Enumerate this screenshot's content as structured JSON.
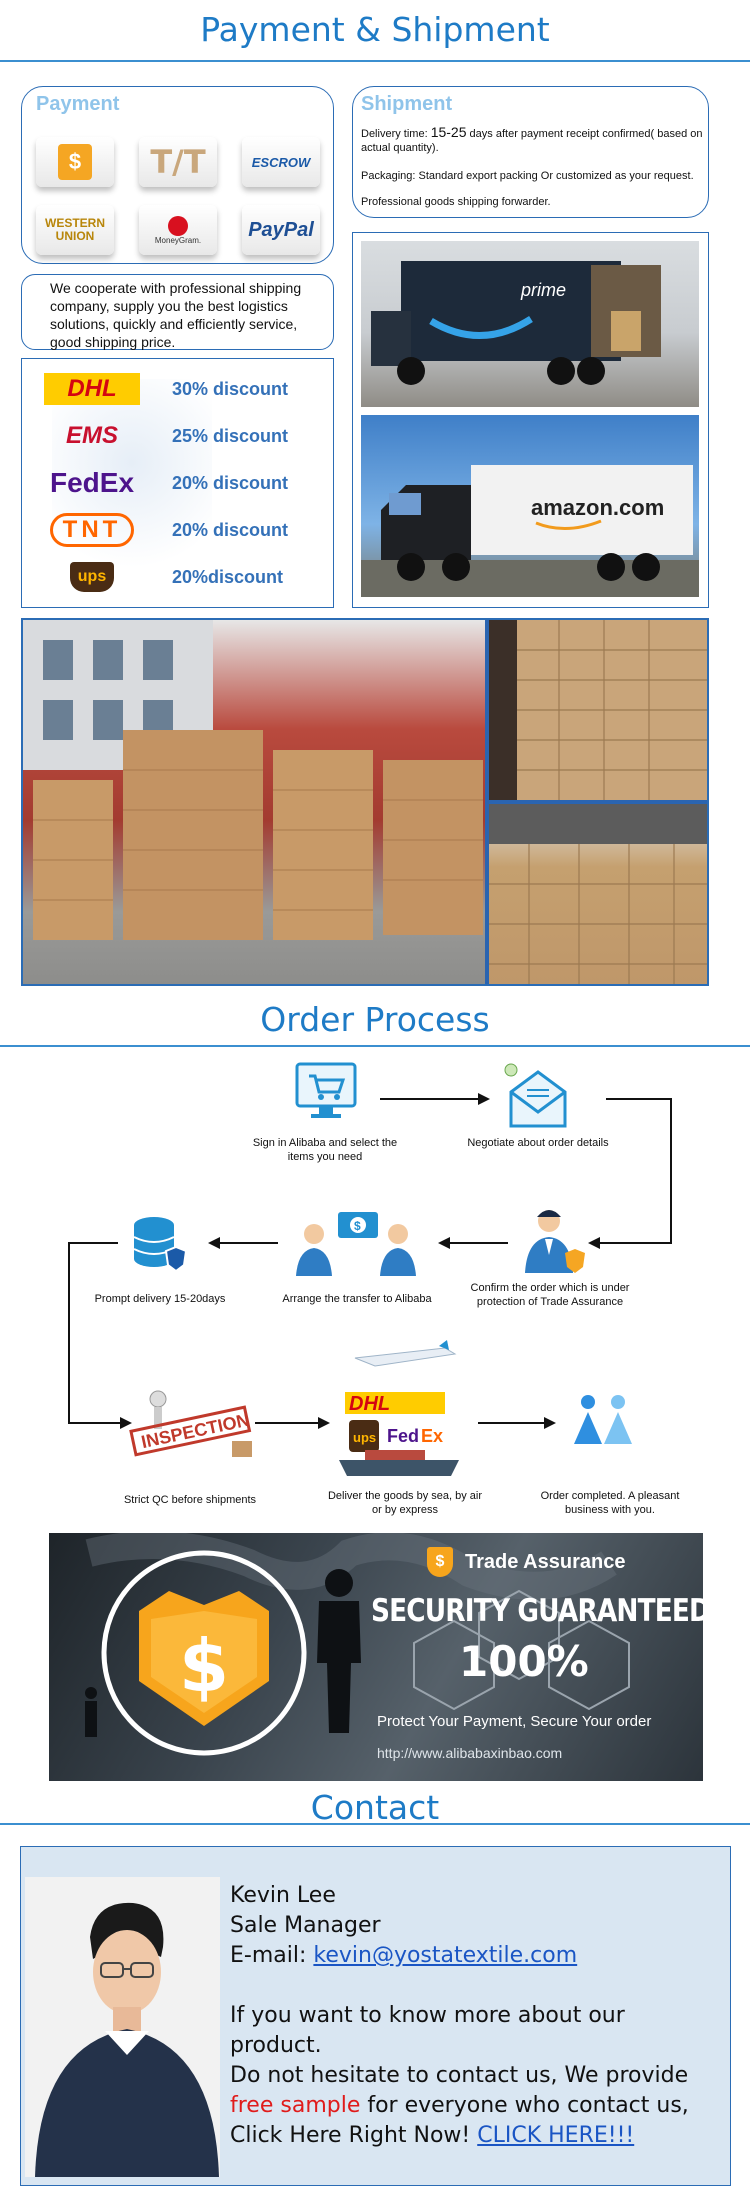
{
  "payment_shipment": {
    "title": "Payment & Shipment",
    "payment": {
      "title": "Payment",
      "methods": [
        {
          "label": "$",
          "icon": "dollar-icon"
        },
        {
          "label": "T/T",
          "icon": "tt-icon"
        },
        {
          "label": "ESCROW",
          "icon": "escrow-icon"
        },
        {
          "label": "WESTERN UNION",
          "icon": "western-union-icon"
        },
        {
          "label": "MoneyGram.",
          "icon": "moneygram-icon"
        },
        {
          "label": "PayPal",
          "icon": "paypal-icon"
        }
      ]
    },
    "shipment": {
      "title": "Shipment",
      "delivery_prefix": "Delivery time: ",
      "delivery_days": "15-25",
      "delivery_suffix": " days after payment receipt confirmed( based on actual quantity).",
      "packaging": "Packaging: Standard export packing Or customized as your request.",
      "forwarder": "Professional goods shipping forwarder."
    },
    "cooperate_text": "We cooperate with professional shipping company, supply you the best logistics solutions, quickly and efficiently service, good shipping price.",
    "couriers": [
      {
        "name": "DHL",
        "discount": "30% discount",
        "color": "#d40511"
      },
      {
        "name": "EMS",
        "discount": "25% discount",
        "color": "#c8102e"
      },
      {
        "name": "FedEx",
        "discount": "20% discount",
        "color": "#4d148c"
      },
      {
        "name": "TNT",
        "discount": "20% discount",
        "color": "#ff6600"
      },
      {
        "name": "ups",
        "discount": "20%discount",
        "color": "#5a3a1a"
      }
    ],
    "truck_labels": {
      "prime": "prime",
      "amazon": "amazon.com"
    }
  },
  "order_process": {
    "title": "Order Process",
    "steps": {
      "sign_in": "Sign in Alibaba and select the items you need",
      "negotiate": "Negotiate about order details",
      "confirm": "Confirm the order which is under protection of Trade Assurance",
      "transfer": "Arrange the transfer to Alibaba",
      "prompt": "Prompt delivery 15-20days",
      "qc": "Strict QC before shipments",
      "deliver": "Deliver the goods by sea, by air or by express",
      "completed": "Order completed. A pleasant business with you."
    },
    "inspection_label": "INSPECTION"
  },
  "trade_banner": {
    "trade_assurance": "Trade Assurance",
    "headline": "SECURITY GUARANTEED",
    "percent": "100%",
    "tagline": "Protect Your Payment, Secure Your order",
    "url": "http://www.alibabaxinbao.com"
  },
  "contact": {
    "title": "Contact",
    "name": "Kevin Lee",
    "role": "Sale Manager",
    "email_label": "E-mail: ",
    "email": "kevin@yostatextile.com",
    "line1": "If you want to know more about our product.",
    "line2": "Do not hesitate to contact us, We provide",
    "free_sample": "free sample",
    "line3": " for everyone who contact us,",
    "line4": "Click Here Right Now! ",
    "click_here": "CLICK HERE!!!"
  }
}
